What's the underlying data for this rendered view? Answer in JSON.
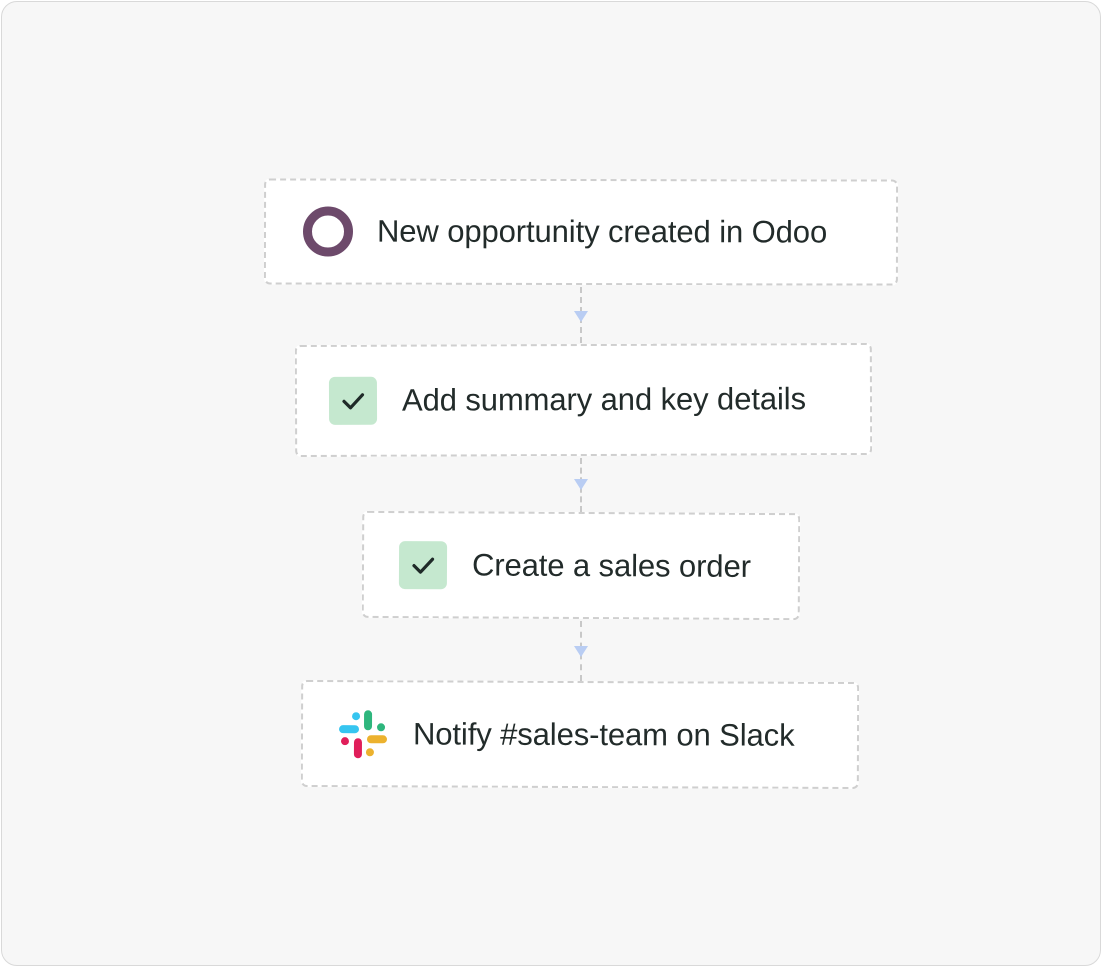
{
  "theme": {
    "ring_color": "#6d4a6b",
    "check_bg": "#c5e8cf",
    "check_mark": "#1f2a28",
    "slack_colors": [
      "#36c5f0",
      "#2eb67d",
      "#ecb22e",
      "#e01e5a"
    ]
  },
  "steps": [
    {
      "icon": "odoo-ring-icon",
      "label": "New opportunity created in Odoo"
    },
    {
      "icon": "checkmark-icon",
      "label": "Add summary and key details"
    },
    {
      "icon": "checkmark-icon",
      "label": "Create a sales order"
    },
    {
      "icon": "slack-icon",
      "label": "Notify #sales-team on Slack"
    }
  ]
}
